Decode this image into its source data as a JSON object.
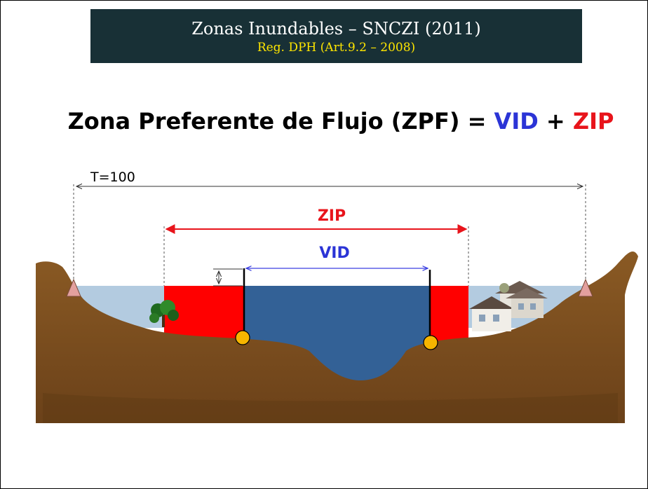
{
  "header": {
    "title": "Zonas Inundables – SNCZI (2011)",
    "subtitle": "Reg. DPH (Art.9.2 – 2008)"
  },
  "heading": {
    "prefix": "Zona Preferente de Flujo (ZPF) = ",
    "vid": "VID",
    "plus": " + ",
    "zip": "ZIP"
  },
  "diagram": {
    "t_label": "T=100",
    "zip_label": "ZIP",
    "vid_label": "VID",
    "colors": {
      "terrain": "#7a4b1e",
      "flood_water": "#b3cbe0",
      "channel_water": "#336196",
      "zip_fill": "#ff0000",
      "zip_arrow": "#e8141b",
      "vid_arrow": "#3a3fe0",
      "markers": "#f7b500",
      "triangles": "#e3a09e"
    }
  }
}
